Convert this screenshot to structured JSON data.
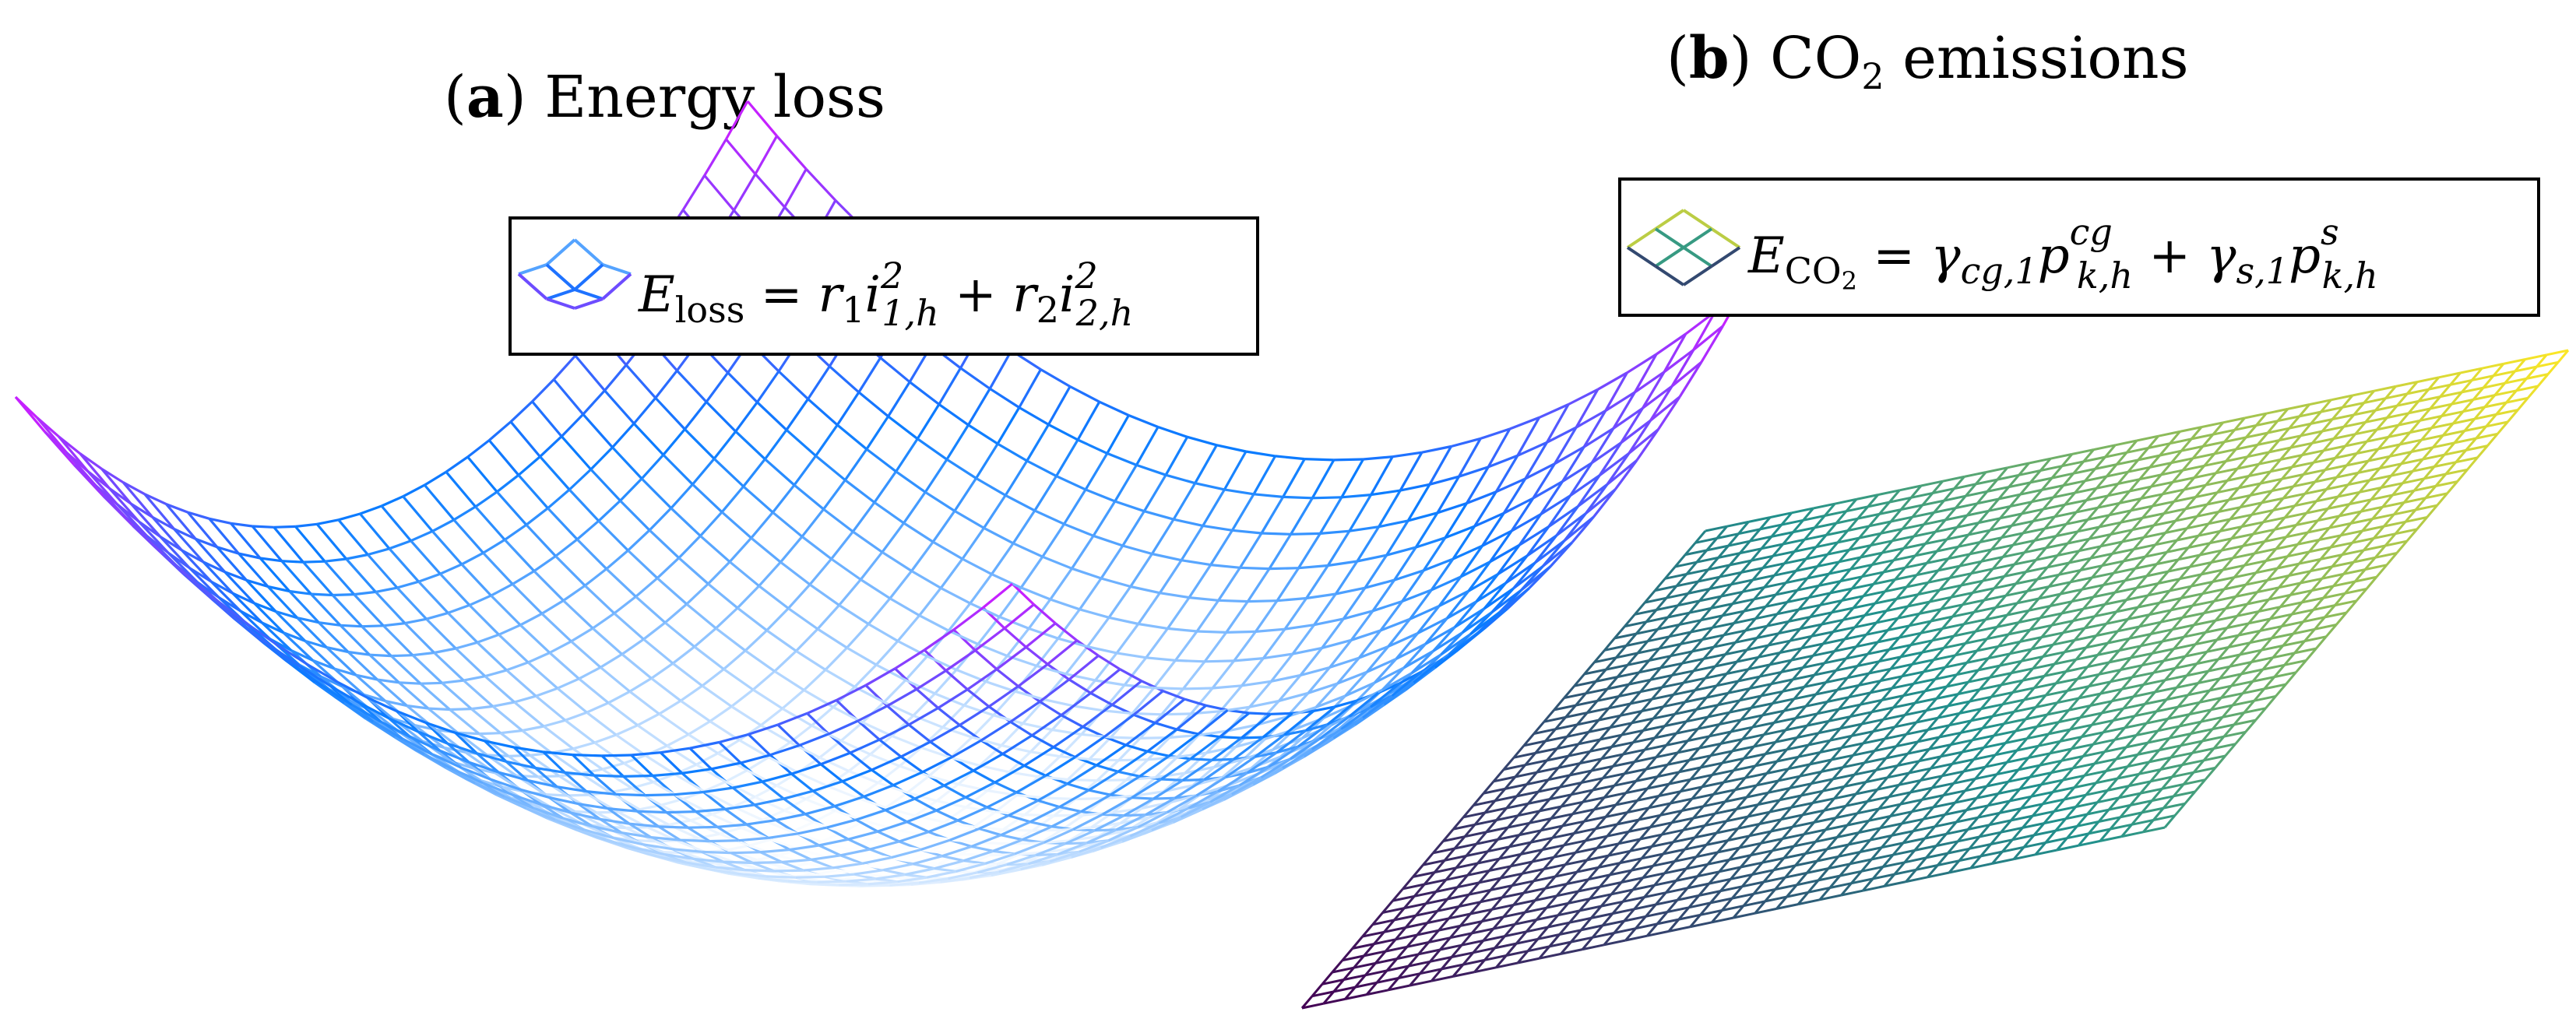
{
  "panels": [
    {
      "id": "a",
      "label": "a",
      "title": "Energy loss",
      "legend": {
        "lhs": "E",
        "lhs_sub": "loss",
        "rhs": [
          {
            "coef": "r",
            "coef_sub": "1",
            "var": "i",
            "var_sub": "1,h",
            "var_sup": "2"
          },
          {
            "coef": "r",
            "coef_sub": "2",
            "var": "i",
            "var_sub": "2,h",
            "var_sup": "2"
          }
        ]
      },
      "surface": {
        "kind": "paraboloid",
        "colormap": "cool",
        "color_low": "#ffffff",
        "color_mid": "#0a7cff",
        "color_high": "#d01bff"
      }
    },
    {
      "id": "b",
      "label": "b",
      "title_prefix": "CO",
      "title_sub": "2",
      "title_suffix": " emissions",
      "legend": {
        "lhs": "E",
        "lhs_sub": "CO",
        "lhs_subsub": "2",
        "rhs": [
          {
            "coef": "γ",
            "coef_sub": "cg,1",
            "var": "p",
            "var_sub": "k,h",
            "var_sup": "cg"
          },
          {
            "coef": "γ",
            "coef_sub": "s,1",
            "var": "p",
            "var_sub": "k,h",
            "var_sup": "s"
          }
        ]
      },
      "surface": {
        "kind": "plane",
        "colormap": "viridis",
        "color_low": "#440154",
        "color_mid": "#21918c",
        "color_high": "#fde725"
      }
    }
  ]
}
